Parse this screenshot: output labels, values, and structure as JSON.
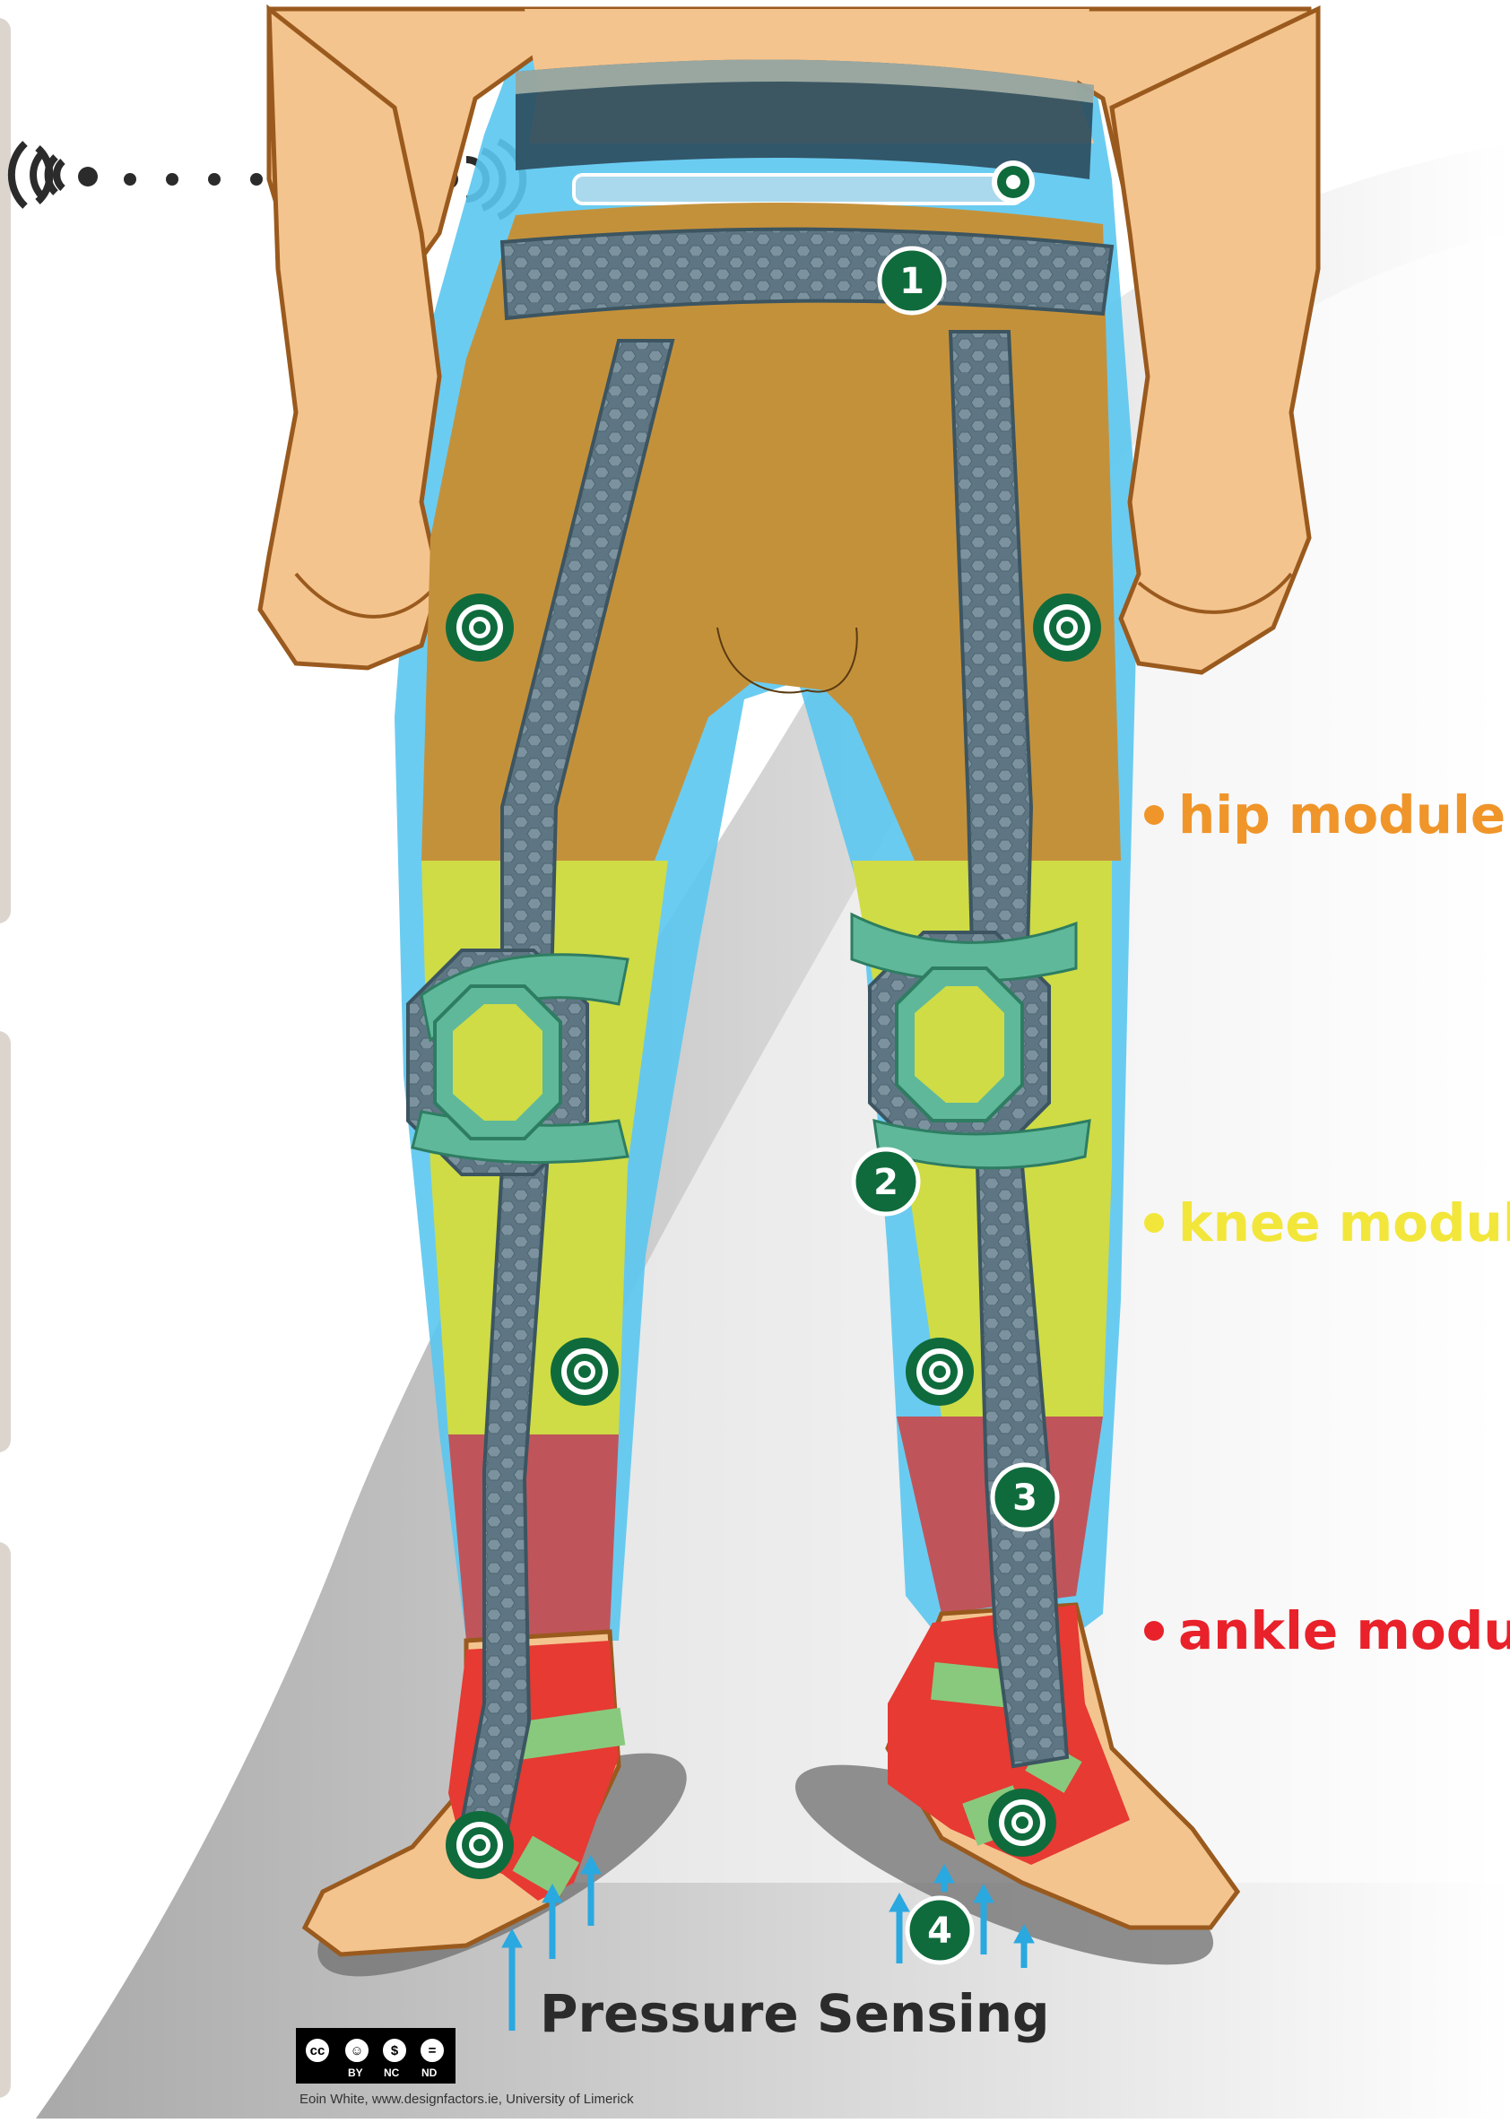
{
  "modules": [
    {
      "label": "hip module",
      "color": "#f0952a"
    },
    {
      "label": "knee module",
      "color": "#f2e63a"
    },
    {
      "label": "ankle module",
      "color": "#e8212a"
    }
  ],
  "numbered_points": [
    "1",
    "2",
    "3",
    "4"
  ],
  "pressure_label": "Pressure Sensing",
  "credit": "Eoin White, www.designfactors.ie, University of Limerick",
  "license_badge": {
    "cc": "cc",
    "items": [
      "BY",
      "NC",
      "ND"
    ]
  },
  "icons": [
    "wireless-signal-icon",
    "sensor-target-icon",
    "pressure-arrow-icon"
  ],
  "colors": {
    "skin": "#f4c48e",
    "skin_outline": "#9a5a1e",
    "hip_layer": "#c4913b",
    "knee_layer": "#cfdc45",
    "ankle_layer": "#c9484a",
    "foot_strap": "#e63a33",
    "outer_suit": "#5bc6ef",
    "belt": "#2d4d5e",
    "mesh": "#5f7a87",
    "joint_ring": "#5fb89a",
    "sensor_green": "#0f6b3c",
    "pressure_arrow": "#2aa8e0",
    "shadow": "#8a8a8a"
  }
}
